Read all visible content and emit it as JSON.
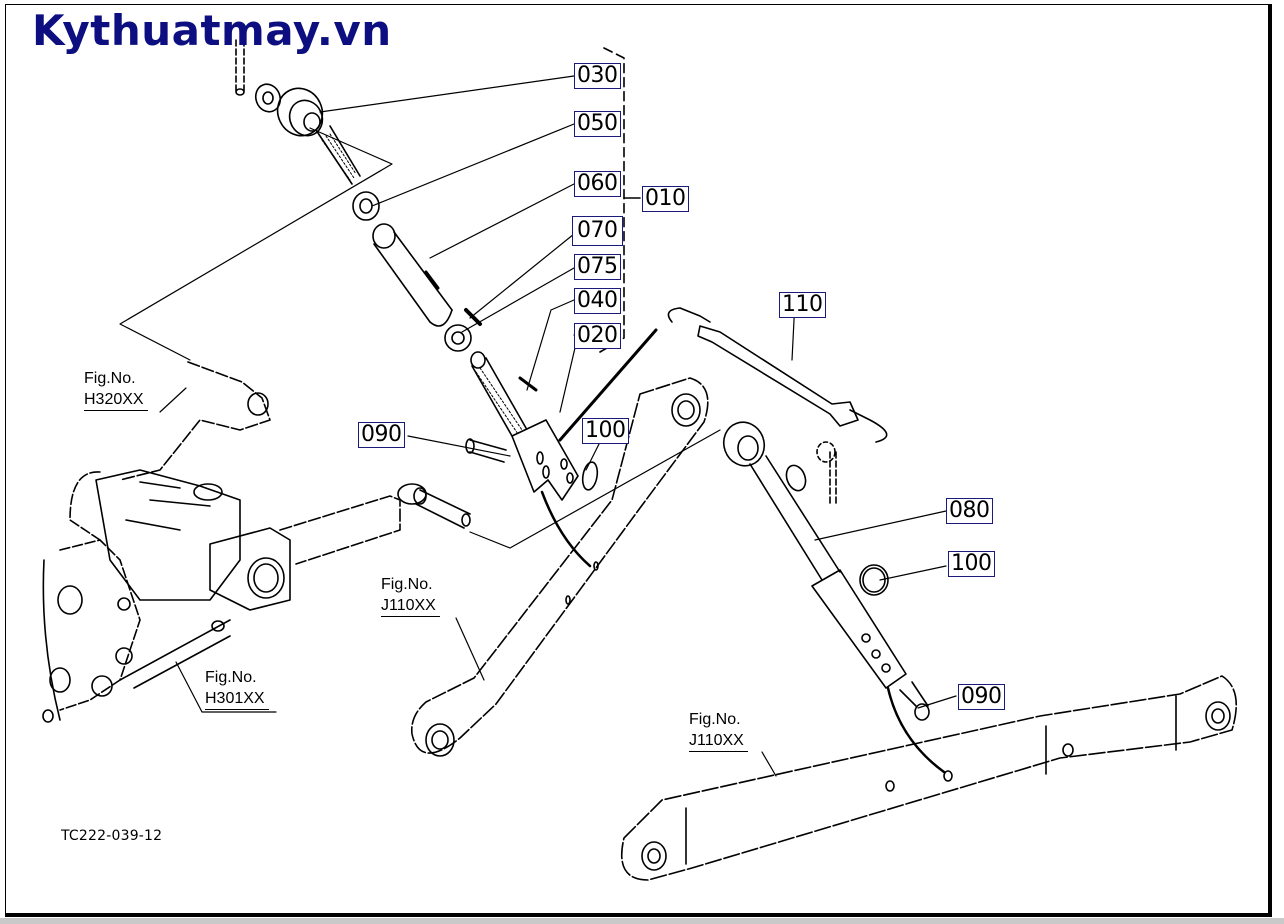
{
  "watermark": {
    "text": "Kythuatmay.vn",
    "color": "#0d0f80"
  },
  "drawing_number": "TC222-039-12",
  "callout_border_color": "#1a1a7a",
  "assembly_group": {
    "label": "010"
  },
  "callouts": [
    {
      "id": "030",
      "label": "030"
    },
    {
      "id": "050",
      "label": "050"
    },
    {
      "id": "060",
      "label": "060"
    },
    {
      "id": "070",
      "label": "070"
    },
    {
      "id": "075",
      "label": "075"
    },
    {
      "id": "040",
      "label": "040"
    },
    {
      "id": "020",
      "label": "020"
    },
    {
      "id": "110",
      "label": "110"
    },
    {
      "id": "090-left",
      "label": "090"
    },
    {
      "id": "100-left",
      "label": "100"
    },
    {
      "id": "080",
      "label": "080"
    },
    {
      "id": "100-right",
      "label": "100"
    },
    {
      "id": "090-right",
      "label": "090"
    }
  ],
  "figure_references": [
    {
      "id": "h320",
      "prefix": "Fig.No.",
      "code": "H320XX"
    },
    {
      "id": "h301",
      "prefix": "Fig.No.",
      "code": "H301XX"
    },
    {
      "id": "j110-left",
      "prefix": "Fig.No.",
      "code": "J110XX"
    },
    {
      "id": "j110-right",
      "prefix": "Fig.No.",
      "code": "J110XX"
    }
  ]
}
